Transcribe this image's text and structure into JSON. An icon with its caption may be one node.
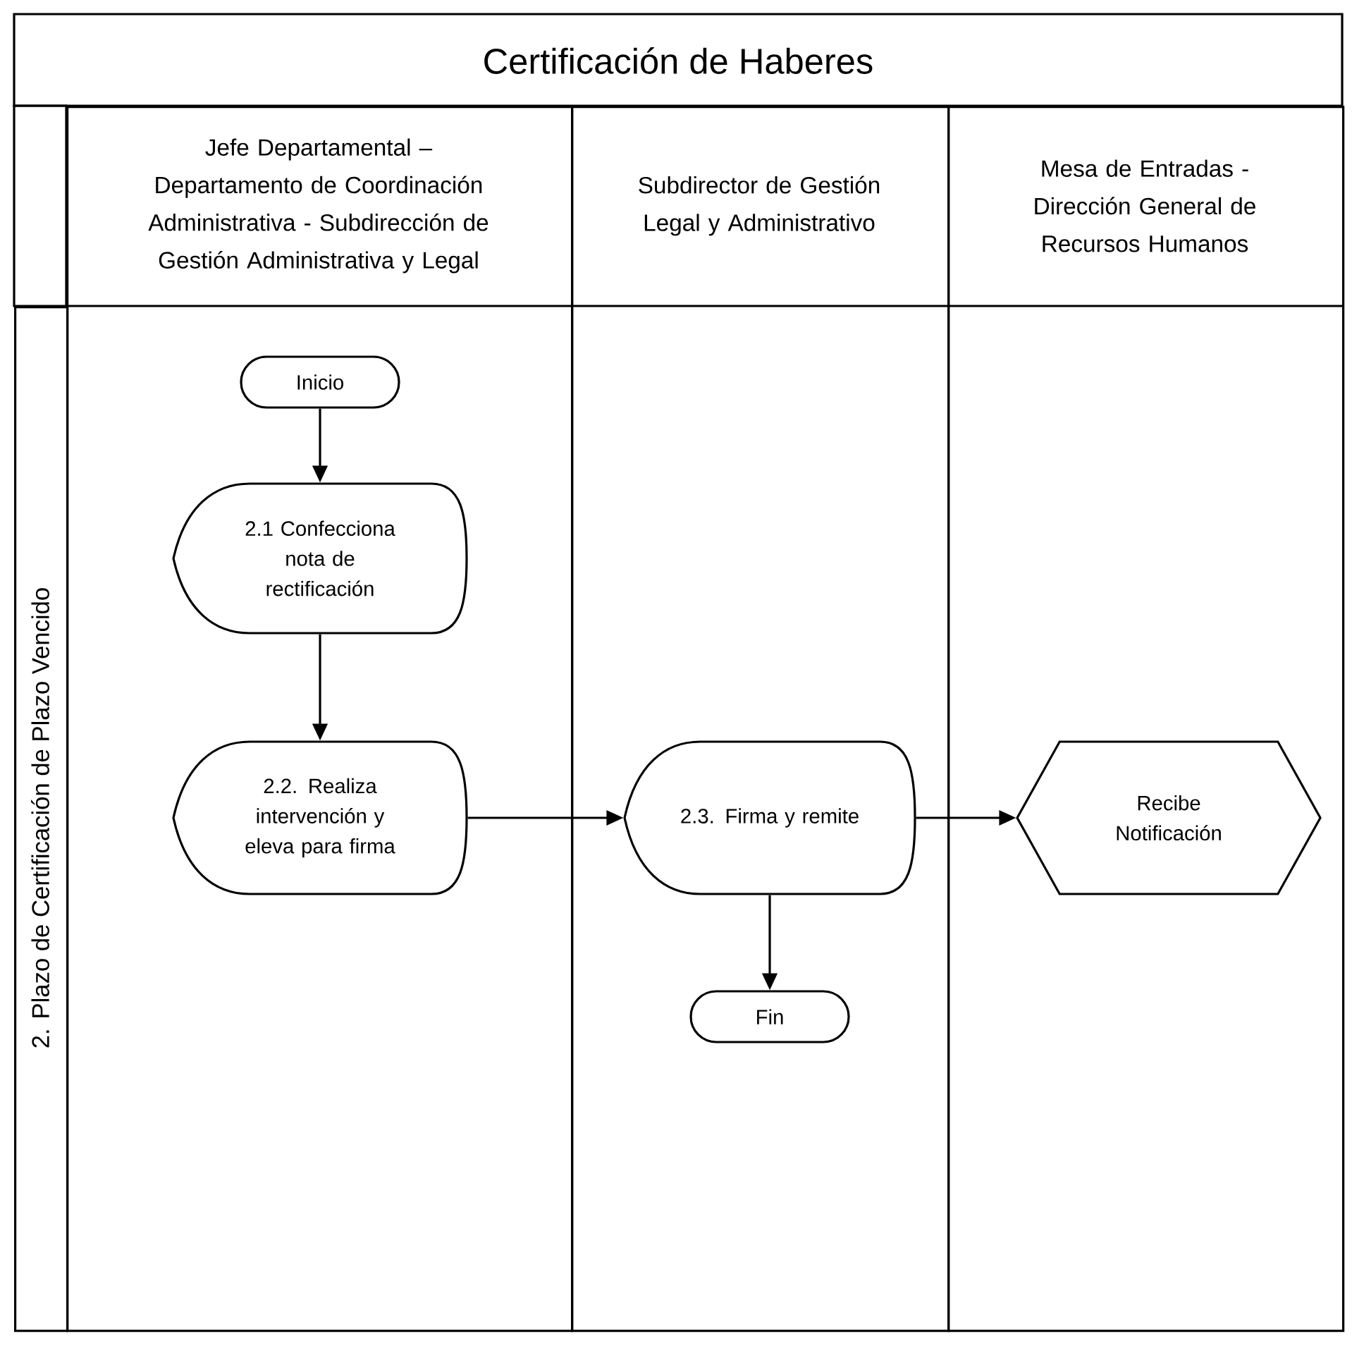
{
  "diagram": {
    "title": "Certificación de Haberes",
    "nodes": [
      {
        "text": [
          "2. Plazo de Certificación de Plazo Vencido"
        ]
      },
      {
        "text": [
          "Jefe Departamental – Departamento de Coordinación Administrativa - Subdirección de Gestión Administrativa y Legal"
        ]
      },
      {
        "text": [
          "Subdirector de Gestión Legal y Administrativo"
        ]
      },
      {
        "text": [
          "Mesa de Entradas - Dirección General de Recursos Humanos"
        ]
      },
      {
        "text": [
          "Inicio"
        ],
        "in": 1
      },
      {
        "text": [
          "2.1 Confecciona nota de rectificación"
        ],
        "in": 1
      },
      {
        "text": [
          "2.2. Realiza intervención y eleva para firma"
        ],
        "in": 1
      },
      {
        "text": [
          "2.3. Firma y remite"
        ],
        "in": 2
      },
      {
        "text": [
          "Recibe Notificación"
        ],
        "in": 3
      },
      {
        "text": [
          "Fin"
        ],
        "in": 2
      }
    ],
    "edges": [
      {
        "from": 4,
        "to": 5,
        "arrow": "to"
      },
      {
        "from": 5,
        "to": 6,
        "arrow": "to"
      },
      {
        "from": 6,
        "to": 7,
        "arrow": "to"
      },
      {
        "from": 7,
        "to": 8,
        "arrow": "to"
      },
      {
        "from": 7,
        "to": 9,
        "arrow": "to"
      }
    ]
  }
}
